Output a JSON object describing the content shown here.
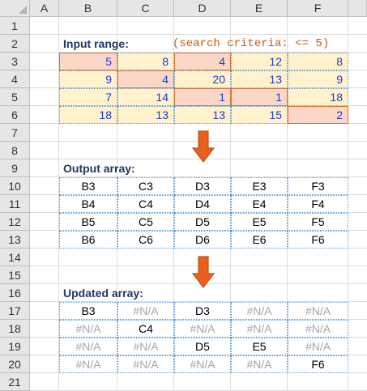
{
  "columns": [
    "A",
    "B",
    "C",
    "D",
    "E",
    "F"
  ],
  "rows": [
    "1",
    "2",
    "3",
    "4",
    "5",
    "6",
    "7",
    "8",
    "9",
    "10",
    "11",
    "12",
    "13",
    "14",
    "15",
    "16",
    "17",
    "18",
    "19",
    "20",
    "21"
  ],
  "input_label": "Input range:",
  "criteria_text": "(search criteria:  <= 5)",
  "input": [
    [
      {
        "v": "5",
        "hl": true
      },
      {
        "v": "8",
        "hl": false
      },
      {
        "v": "4",
        "hl": true
      },
      {
        "v": "12",
        "hl": false
      },
      {
        "v": "8",
        "hl": false
      }
    ],
    [
      {
        "v": "9",
        "hl": false
      },
      {
        "v": "4",
        "hl": true
      },
      {
        "v": "20",
        "hl": false
      },
      {
        "v": "13",
        "hl": false
      },
      {
        "v": "9",
        "hl": false
      }
    ],
    [
      {
        "v": "7",
        "hl": false
      },
      {
        "v": "14",
        "hl": false
      },
      {
        "v": "1",
        "hl": true
      },
      {
        "v": "1",
        "hl": true
      },
      {
        "v": "18",
        "hl": false
      }
    ],
    [
      {
        "v": "18",
        "hl": false
      },
      {
        "v": "13",
        "hl": false
      },
      {
        "v": "13",
        "hl": false
      },
      {
        "v": "15",
        "hl": false
      },
      {
        "v": "2",
        "hl": true
      }
    ]
  ],
  "output_label": "Output array:",
  "output": [
    [
      "B3",
      "C3",
      "D3",
      "E3",
      "F3"
    ],
    [
      "B4",
      "C4",
      "D4",
      "E4",
      "F4"
    ],
    [
      "B5",
      "C5",
      "D5",
      "E5",
      "F5"
    ],
    [
      "B6",
      "C6",
      "D6",
      "E6",
      "F6"
    ]
  ],
  "updated_label": "Updated array:",
  "updated": [
    [
      "B3",
      "#N/A",
      "D3",
      "#N/A",
      "#N/A"
    ],
    [
      "#N/A",
      "C4",
      "#N/A",
      "#N/A",
      "#N/A"
    ],
    [
      "#N/A",
      "#N/A",
      "D5",
      "E5",
      "#N/A"
    ],
    [
      "#N/A",
      "#N/A",
      "#N/A",
      "#N/A",
      "F6"
    ]
  ],
  "colors": {
    "arrow": "#e8601c",
    "arrow_border": "#c0501a",
    "highlight": "#fbd7c8",
    "input_fill": "#fff2cc",
    "na_text": "#a6a6a6"
  },
  "icons": {
    "arrow": "down-arrow-icon"
  }
}
